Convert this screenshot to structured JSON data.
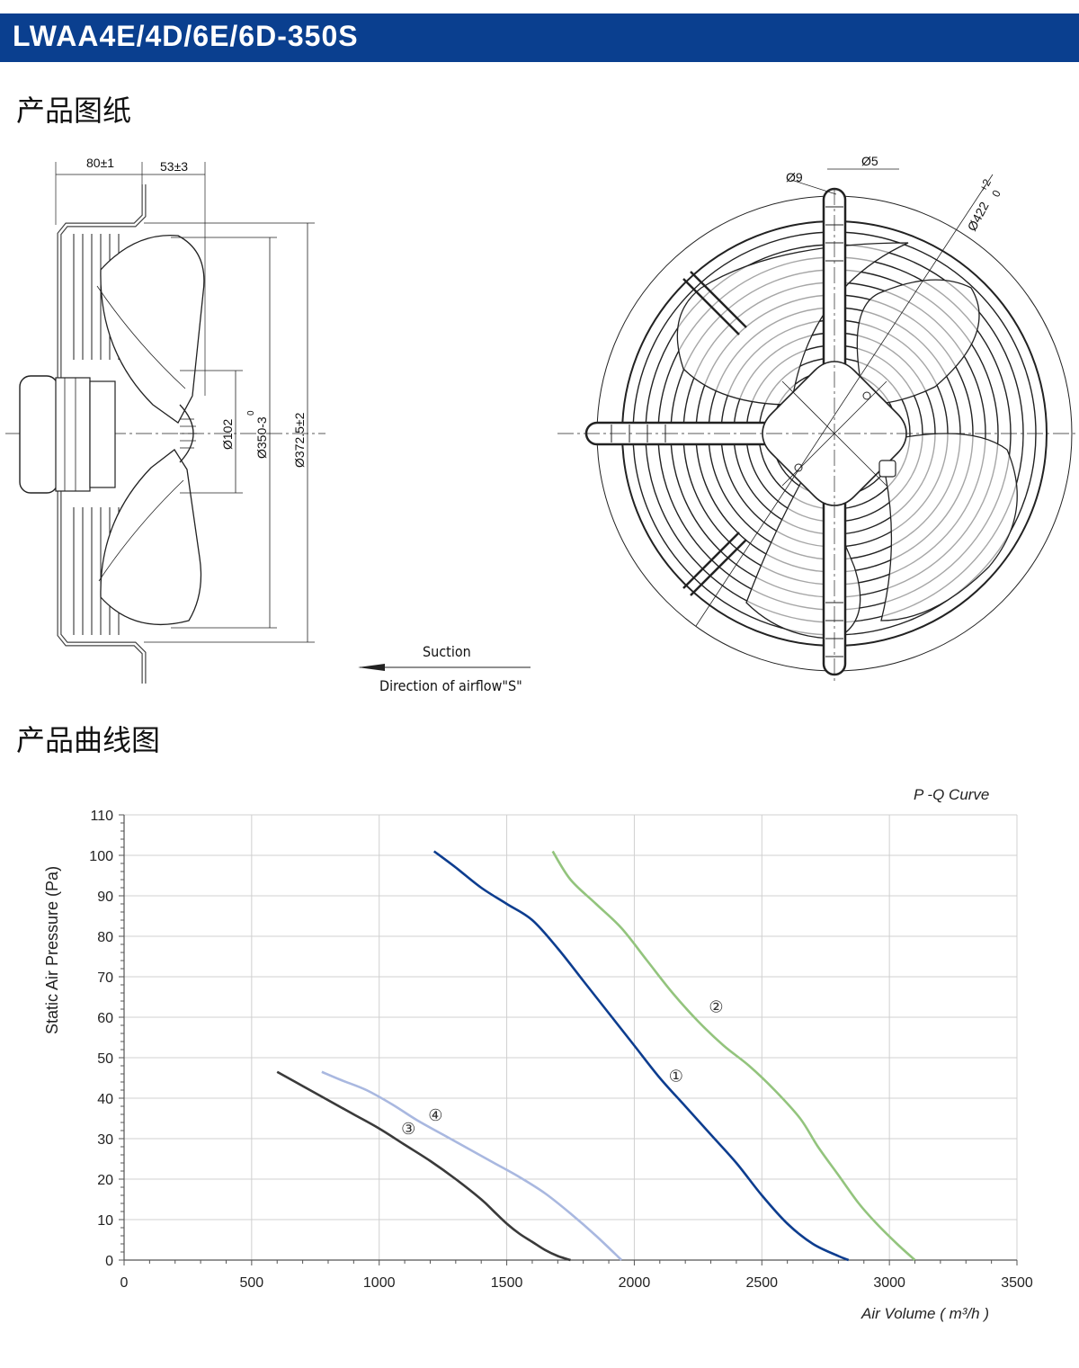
{
  "header": {
    "title": "LWAA4E/4D/6E/6D-350S"
  },
  "sections": {
    "drawing_heading": "产品图纸",
    "curve_heading": "产品曲线图"
  },
  "drawing": {
    "dims": {
      "d80": "80±1",
      "d53": "53±3",
      "d102": "Ø102",
      "d350": "Ø350-3",
      "d350_sup": "0",
      "d372": "Ø372.5±2",
      "d9": "Ø9",
      "d5": "Ø5",
      "d422": "Ø422",
      "d422_tol_top": "+2",
      "d422_tol_bot": "0"
    },
    "airflow": {
      "suction": "Suction",
      "direction": "Direction of airflow\"S\""
    }
  },
  "chart_data": {
    "type": "line",
    "title": "P -Q Curve",
    "xlabel": "Air Volume ( m³/h )",
    "ylabel": "Static Air Pressure  (Pa)",
    "xlim": [
      0,
      3500
    ],
    "ylim": [
      0,
      110
    ],
    "xticks": [
      0,
      500,
      1000,
      1500,
      2000,
      2500,
      3000,
      3500
    ],
    "yticks": [
      0,
      10,
      20,
      30,
      40,
      50,
      60,
      70,
      80,
      90,
      100,
      110
    ],
    "grid": true,
    "series": [
      {
        "name": "①",
        "color": "#0d3d8f",
        "x": [
          1215,
          1300,
          1400,
          1500,
          1600,
          1700,
          1800,
          1900,
          2000,
          2100,
          2200,
          2300,
          2400,
          2500,
          2600,
          2700,
          2800,
          2840
        ],
        "y": [
          101,
          97,
          92,
          88,
          84,
          77,
          69,
          61,
          53,
          45,
          38,
          31,
          24,
          16,
          9,
          4,
          1,
          0
        ]
      },
      {
        "name": "②",
        "color": "#93c47d",
        "x": [
          1680,
          1750,
          1850,
          1950,
          2050,
          2150,
          2250,
          2350,
          2450,
          2550,
          2650,
          2720,
          2800,
          2880,
          2950,
          3030,
          3100
        ],
        "y": [
          101,
          94,
          88,
          82,
          74,
          66,
          59,
          53,
          48,
          42,
          35,
          28,
          21,
          14,
          9,
          4,
          0
        ]
      },
      {
        "name": "③",
        "color": "#3a3a3a",
        "x": [
          600,
          700,
          800,
          900,
          1000,
          1100,
          1200,
          1300,
          1400,
          1450,
          1500,
          1550,
          1600,
          1650,
          1700,
          1750
        ],
        "y": [
          46.5,
          43,
          39.5,
          36,
          32.5,
          28.5,
          24.5,
          20,
          15,
          12,
          9,
          6.5,
          4.5,
          2.5,
          1,
          0
        ]
      },
      {
        "name": "④",
        "color": "#a9b8e0",
        "x": [
          775,
          850,
          950,
          1050,
          1150,
          1250,
          1350,
          1450,
          1550,
          1650,
          1750,
          1850,
          1950
        ],
        "y": [
          46.5,
          44.5,
          42,
          38.5,
          34.5,
          31,
          27.5,
          24,
          20.5,
          16.5,
          11.5,
          6,
          0
        ]
      }
    ]
  }
}
